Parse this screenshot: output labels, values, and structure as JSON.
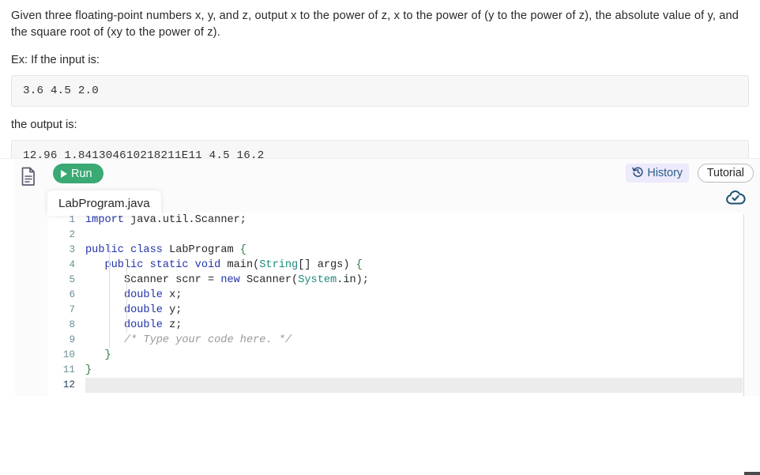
{
  "problem": {
    "description": "Given three floating-point numbers x, y, and z, output x to the power of z, x to the power of (y to the power of z), the absolute value of y, and the square root of (xy to the power of z).",
    "input_label": "Ex: If the input is:",
    "input_example": "3.6 4.5 2.0",
    "output_label": "the output is:",
    "output_example": "12.96 1.841304610218211E11 4.5 16.2"
  },
  "toolbar": {
    "run_label": "Run",
    "history_label": "History",
    "tutorial_label": "Tutorial",
    "file_icon": "document-icon",
    "run_icon": "play-icon",
    "history_icon": "clock-rewind-icon",
    "cloud_icon": "cloud-check-icon",
    "accent_green": "#3aa974",
    "history_bg": "#eceafb",
    "history_text": "#2b5c8a"
  },
  "editor": {
    "tab_label": "LabProgram.java",
    "active_line": 12,
    "lines": [
      {
        "n": "1",
        "tokens": [
          {
            "t": "import ",
            "c": "kw"
          },
          {
            "t": "java.util.Scanner;",
            "c": "plain"
          }
        ]
      },
      {
        "n": "2",
        "tokens": []
      },
      {
        "n": "3",
        "tokens": [
          {
            "t": "public class ",
            "c": "kw"
          },
          {
            "t": "LabProgram ",
            "c": "plain"
          },
          {
            "t": "{",
            "c": "brc"
          }
        ]
      },
      {
        "n": "4",
        "tokens": [
          {
            "t": "   public static void ",
            "c": "kw"
          },
          {
            "t": "main(",
            "c": "plain"
          },
          {
            "t": "String",
            "c": "typ"
          },
          {
            "t": "[] args) ",
            "c": "plain"
          },
          {
            "t": "{",
            "c": "brc"
          }
        ]
      },
      {
        "n": "5",
        "tokens": [
          {
            "t": "      Scanner scnr = ",
            "c": "plain"
          },
          {
            "t": "new ",
            "c": "kw"
          },
          {
            "t": "Scanner(",
            "c": "plain"
          },
          {
            "t": "System",
            "c": "typ"
          },
          {
            "t": ".in);",
            "c": "plain"
          }
        ]
      },
      {
        "n": "6",
        "tokens": [
          {
            "t": "      double ",
            "c": "kw"
          },
          {
            "t": "x;",
            "c": "plain"
          }
        ]
      },
      {
        "n": "7",
        "tokens": [
          {
            "t": "      double ",
            "c": "kw"
          },
          {
            "t": "y;",
            "c": "plain"
          }
        ]
      },
      {
        "n": "8",
        "tokens": [
          {
            "t": "      double ",
            "c": "kw"
          },
          {
            "t": "z;",
            "c": "plain"
          }
        ]
      },
      {
        "n": "9",
        "tokens": [
          {
            "t": "      /* Type your code here. */",
            "c": "cmt"
          }
        ]
      },
      {
        "n": "10",
        "tokens": [
          {
            "t": "   ",
            "c": "plain"
          },
          {
            "t": "}",
            "c": "brc"
          }
        ]
      },
      {
        "n": "11",
        "tokens": [
          {
            "t": "",
            "c": "plain"
          },
          {
            "t": "}",
            "c": "brc"
          }
        ]
      },
      {
        "n": "12",
        "tokens": []
      }
    ]
  }
}
